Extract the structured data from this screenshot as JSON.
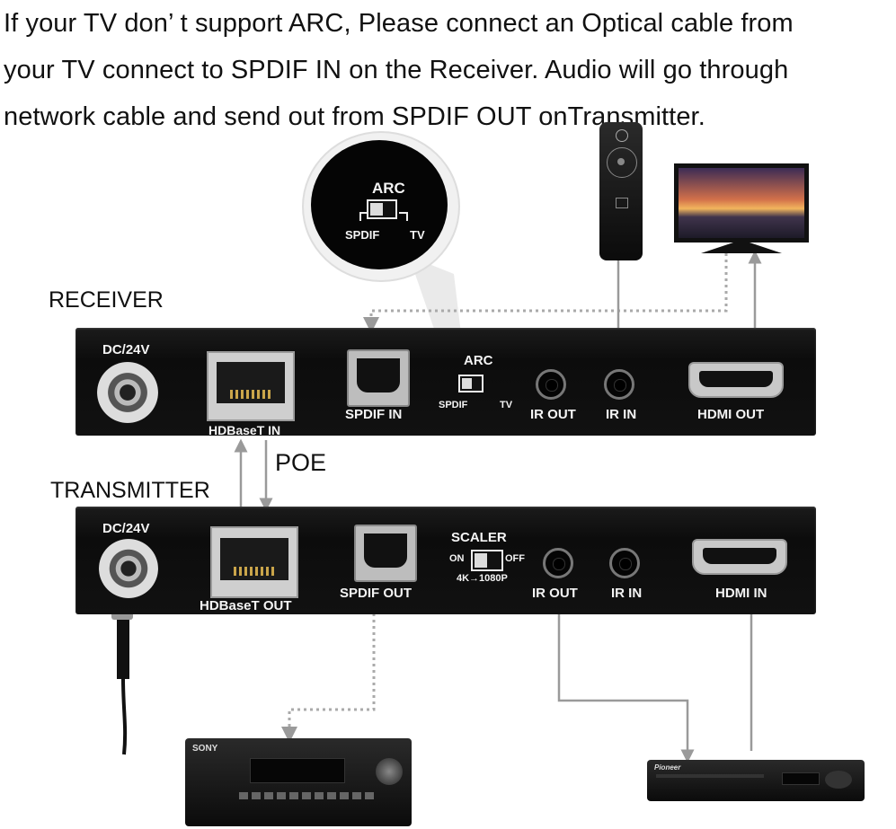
{
  "headline": [
    "If your TV don’ t support ARC, Please connect an Optical cable from",
    " your TV connect to SPDIF IN on the Receiver. Audio will go through",
    " network cable and send out from SPDIF OUT onTransmitter."
  ],
  "receiver": {
    "title": "RECEIVER",
    "dc": "DC/24V",
    "hdbaset": "HDBaseT IN",
    "spdif": "SPDIF IN",
    "arc": "ARC",
    "arc_left": "SPDIF",
    "arc_right": "TV",
    "ir_out": "IR OUT",
    "ir_in": "IR IN",
    "hdmi": "HDMI OUT"
  },
  "zoom": {
    "arc": "ARC",
    "left": "SPDIF",
    "right": "TV"
  },
  "poe": "POE",
  "transmitter": {
    "title": "TRANSMITTER",
    "dc": "DC/24V",
    "hdbaset": "HDBaseT OUT",
    "spdif": "SPDIF OUT",
    "scaler": "SCALER",
    "on": "ON",
    "off": "OFF",
    "scale": "4K→1080P",
    "ir_out": "IR OUT",
    "ir_in": "IR IN",
    "hdmi": "HDMI IN"
  },
  "brands": {
    "receiver_av": "SONY",
    "player": "Pioneer"
  },
  "colors": {
    "wire": "#9a9a9a",
    "panel": "#111111",
    "text": "#111111"
  }
}
